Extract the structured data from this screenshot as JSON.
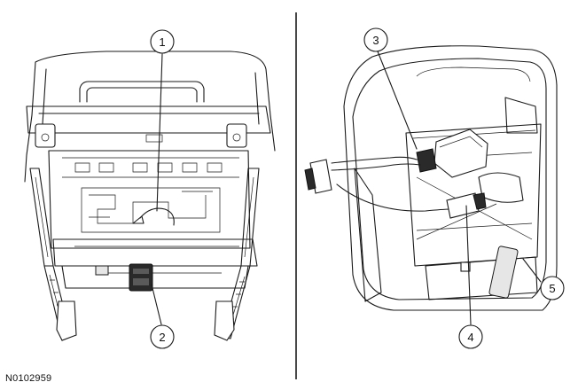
{
  "figure": {
    "id_label": "N0102959",
    "callouts": [
      {
        "number": "1"
      },
      {
        "number": "2"
      },
      {
        "number": "3"
      },
      {
        "number": "4"
      },
      {
        "number": "5"
      }
    ]
  },
  "colors": {
    "line": "#1a1a1a",
    "background": "#ffffff",
    "shade": "#e6e6e6"
  }
}
